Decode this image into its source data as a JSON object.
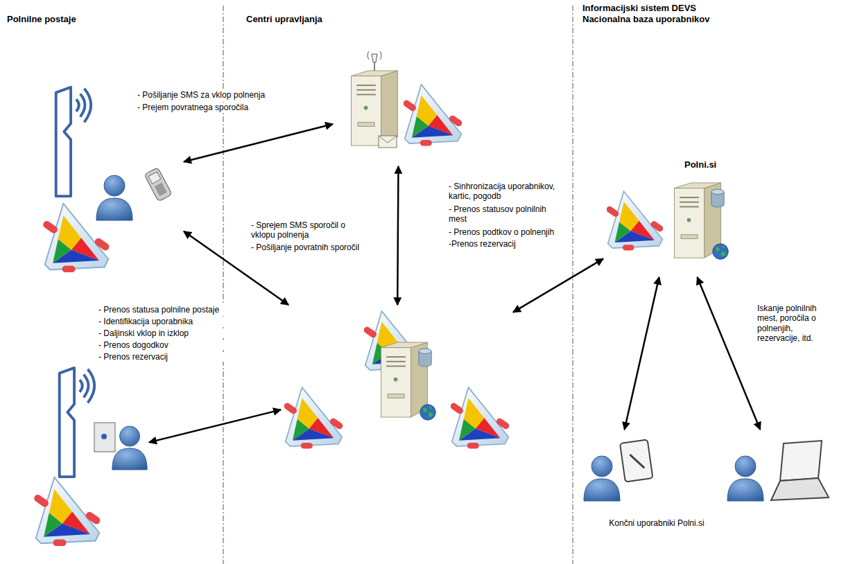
{
  "diagram": {
    "nodes": [
      {
        "text": []
      },
      {
        "text": []
      },
      {
        "text": []
      },
      {
        "text": []
      },
      {
        "text": [
          "Polni.si"
        ]
      },
      {
        "text": []
      },
      {
        "text": []
      }
    ],
    "edges": [
      {
        "from": 0,
        "to": 2,
        "arrow": "both"
      },
      {
        "from": 2,
        "to": 3,
        "arrow": "both"
      },
      {
        "from": 0,
        "to": 3,
        "arrow": "both"
      },
      {
        "from": 1,
        "to": 3,
        "arrow": "both"
      },
      {
        "from": 3,
        "to": 4,
        "arrow": "both"
      },
      {
        "from": 4,
        "to": 5,
        "arrow": "both"
      },
      {
        "from": 4,
        "to": 6,
        "arrow": "both"
      }
    ],
    "labels": [
      "Polnilne postaje",
      "Centri upravljanja",
      "Informacijski sistem DEVS Nacionalna baza uporabnikov",
      "- Pošiljanje SMS za vklop polnenja",
      "- Prejem povratnega sporočila",
      "- Sprejem SMS sporočil o vklopu polnenja",
      "- Pošiljanje povratnih sporočil",
      "- Prenos statusa polnilne postaje",
      "- Identifikacija uporabnika",
      "- Daljinski vklop in izklop",
      "- Prenos dogodkov",
      "- Prenos rezervacij",
      "- Sinhronizacija uporabnikov, kartic, pogodb",
      "- Prenos statusov polnilnih mest",
      "- Prenos podtkov o polnenjih",
      "-Prenos rezervacij",
      "Iskanje polnilnih mest, poročila o polnenjih, rezervacije, itd.",
      "Končni uporabniki Polni.si"
    ]
  }
}
